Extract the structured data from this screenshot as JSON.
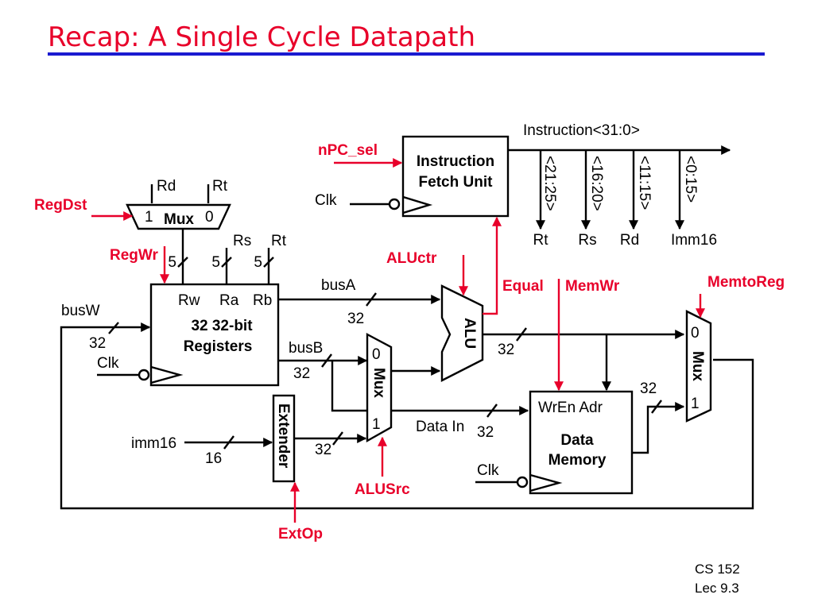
{
  "slide": {
    "title": "Recap: A Single Cycle Datapath",
    "footer": {
      "course": "CS 152",
      "lecture": "Lec 9.3"
    }
  },
  "colors": {
    "title": "#e8002a",
    "control": "#e8002a",
    "underline": "#1a1ad0",
    "wire": "#000000"
  },
  "control_signals": {
    "npc_sel": "nPC_sel",
    "regdst": "RegDst",
    "regwr": "RegWr",
    "aluctr": "ALUctr",
    "equal": "Equal",
    "memwr": "MemWr",
    "memtoreg": "MemtoReg",
    "alusrc": "ALUSrc",
    "extop": "ExtOp"
  },
  "instruction_fetch": {
    "line1": "Instruction",
    "line2": "Fetch Unit",
    "clk": "Clk",
    "bus": "Instruction<31:0>",
    "fields": [
      "<21:25>",
      "<16:20>",
      "<11:15>",
      "<0:15>"
    ],
    "field_names": [
      "Rt",
      "Rs",
      "Rd",
      "Imm16"
    ]
  },
  "regdst_mux": {
    "label": "Mux",
    "in1": "1",
    "in0": "0",
    "rd": "Rd",
    "rt": "Rt"
  },
  "registers": {
    "rs": "Rs",
    "rt": "Rt",
    "widths": [
      "5",
      "5",
      "5"
    ],
    "port_rw": "Rw",
    "port_ra": "Ra",
    "port_rb": "Rb",
    "line1": "32 32-bit",
    "line2": "Registers",
    "clk": "Clk"
  },
  "buses": {
    "busw": "busW",
    "busw_width": "32",
    "busa": "busA",
    "busa_width": "32",
    "busb": "busB",
    "busb_width": "32",
    "imm16": "imm16",
    "imm16_width": "16",
    "ext_width": "32",
    "alu_width": "32",
    "datain": "Data In",
    "datain_width": "32",
    "memout_width": "32"
  },
  "extender": {
    "label": "Extender"
  },
  "alusrc_mux": {
    "label": "Mux",
    "in0": "0",
    "in1": "1"
  },
  "alu": {
    "label": "ALU"
  },
  "data_memory": {
    "ports": "WrEn Adr",
    "line1": "Data",
    "line2": "Memory",
    "clk": "Clk"
  },
  "memtoreg_mux": {
    "label": "Mux",
    "in0": "0",
    "in1": "1"
  }
}
